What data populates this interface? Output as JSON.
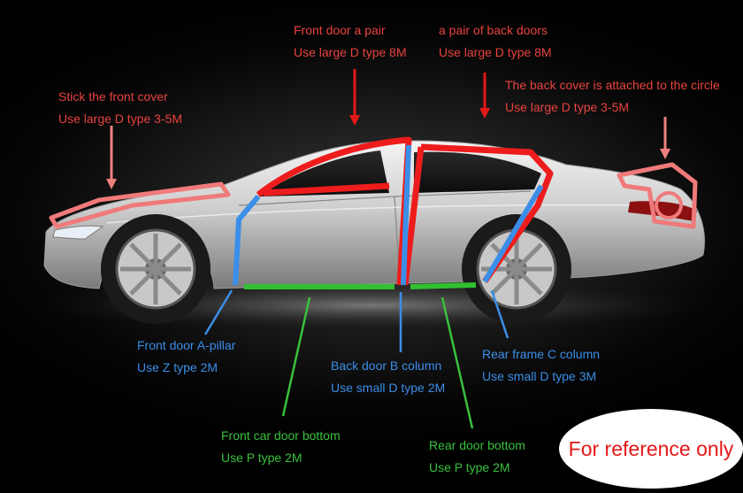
{
  "annotations": {
    "front_cover": {
      "line1": "Stick the front cover",
      "line2": "Use large D type 3-5M",
      "color": "#e8433f"
    },
    "front_doors": {
      "line1": "Front door a pair",
      "line2": "Use large D type 8M",
      "color": "#e8433f"
    },
    "back_doors": {
      "line1": "a pair of back doors",
      "line2": "Use large D type 8M",
      "color": "#e8433f"
    },
    "back_cover": {
      "line1": "The back cover  is attached to the circle",
      "line2": "Use large D type 3-5M",
      "color": "#e8433f"
    },
    "a_pillar": {
      "line1": "Front door A-pillar",
      "line2": "Use Z type 2M",
      "color": "#3b8ee8"
    },
    "b_column": {
      "line1": "Back door B column",
      "line2": "Use small D type 2M",
      "color": "#3b8ee8"
    },
    "c_column": {
      "line1": "Rear frame C column",
      "line2": "Use small D type 3M",
      "color": "#3b8ee8"
    },
    "front_bottom": {
      "line1": "Front car door bottom",
      "line2": "Use P type 2M",
      "color": "#38c23c"
    },
    "rear_bottom": {
      "line1": "Rear door bottom",
      "line2": "Use P type 2M",
      "color": "#38c23c"
    }
  },
  "badge": {
    "text": "For reference only",
    "background": "#ffffff",
    "color": "#e41818"
  }
}
